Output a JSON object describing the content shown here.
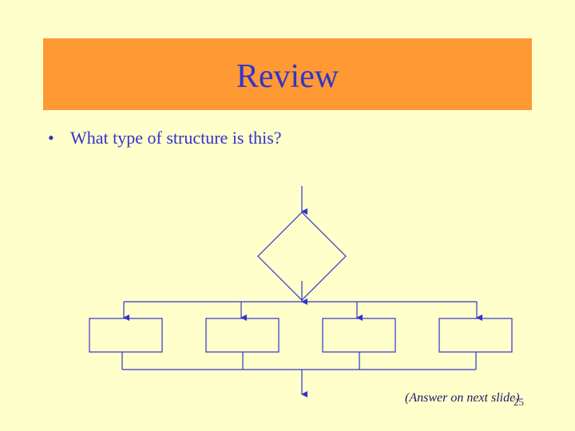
{
  "slide": {
    "title": "Review",
    "bullet": "•",
    "question": "What type of structure is this?",
    "note": "(Answer on next slide)",
    "page_number": "25"
  },
  "colors": {
    "background": "#ffffcc",
    "title_bar": "#ff9933",
    "title_text": "#3333cc",
    "diagram_line": "#3333cc",
    "note_text": "#1a1a66"
  },
  "diagram": {
    "elements": [
      "decision-diamond",
      "case-box-1",
      "case-box-2",
      "case-box-3",
      "case-box-4"
    ]
  }
}
